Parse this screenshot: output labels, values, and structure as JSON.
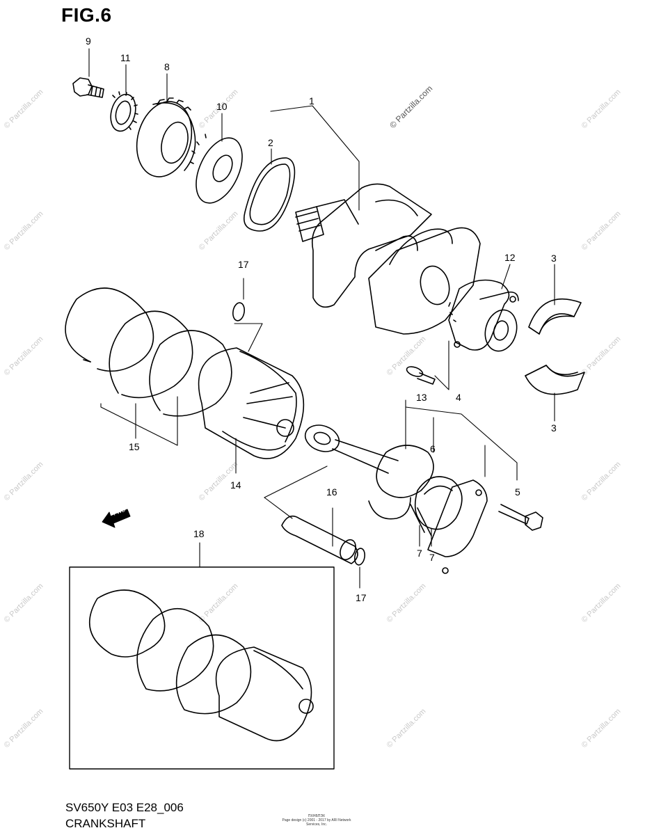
{
  "figure": {
    "title": "FIG.6",
    "model": "SV650Y E03 E28_006",
    "section": "CRANKSHAFT",
    "fine_print_line1": "ПХНБПЭХ",
    "fine_print_line2": "Page design (c) 2001 - 2017 by ARI Network Services, Inc."
  },
  "watermark": {
    "text": "© Partzilla.com"
  },
  "fwd_label": "FWD",
  "callouts": {
    "c1": "1",
    "c2": "2",
    "c3a": "3",
    "c3b": "3",
    "c4": "4",
    "c5": "5",
    "c6": "6",
    "c7a": "7",
    "c7b": "7",
    "c8": "8",
    "c9": "9",
    "c10": "10",
    "c11": "11",
    "c12": "12",
    "c13": "13",
    "c14": "14",
    "c15": "15",
    "c16": "16",
    "c17a": "17",
    "c17b": "17",
    "c18": "18"
  },
  "colors": {
    "line": "#000000",
    "watermark": "#c9c9c9",
    "background": "#ffffff"
  }
}
